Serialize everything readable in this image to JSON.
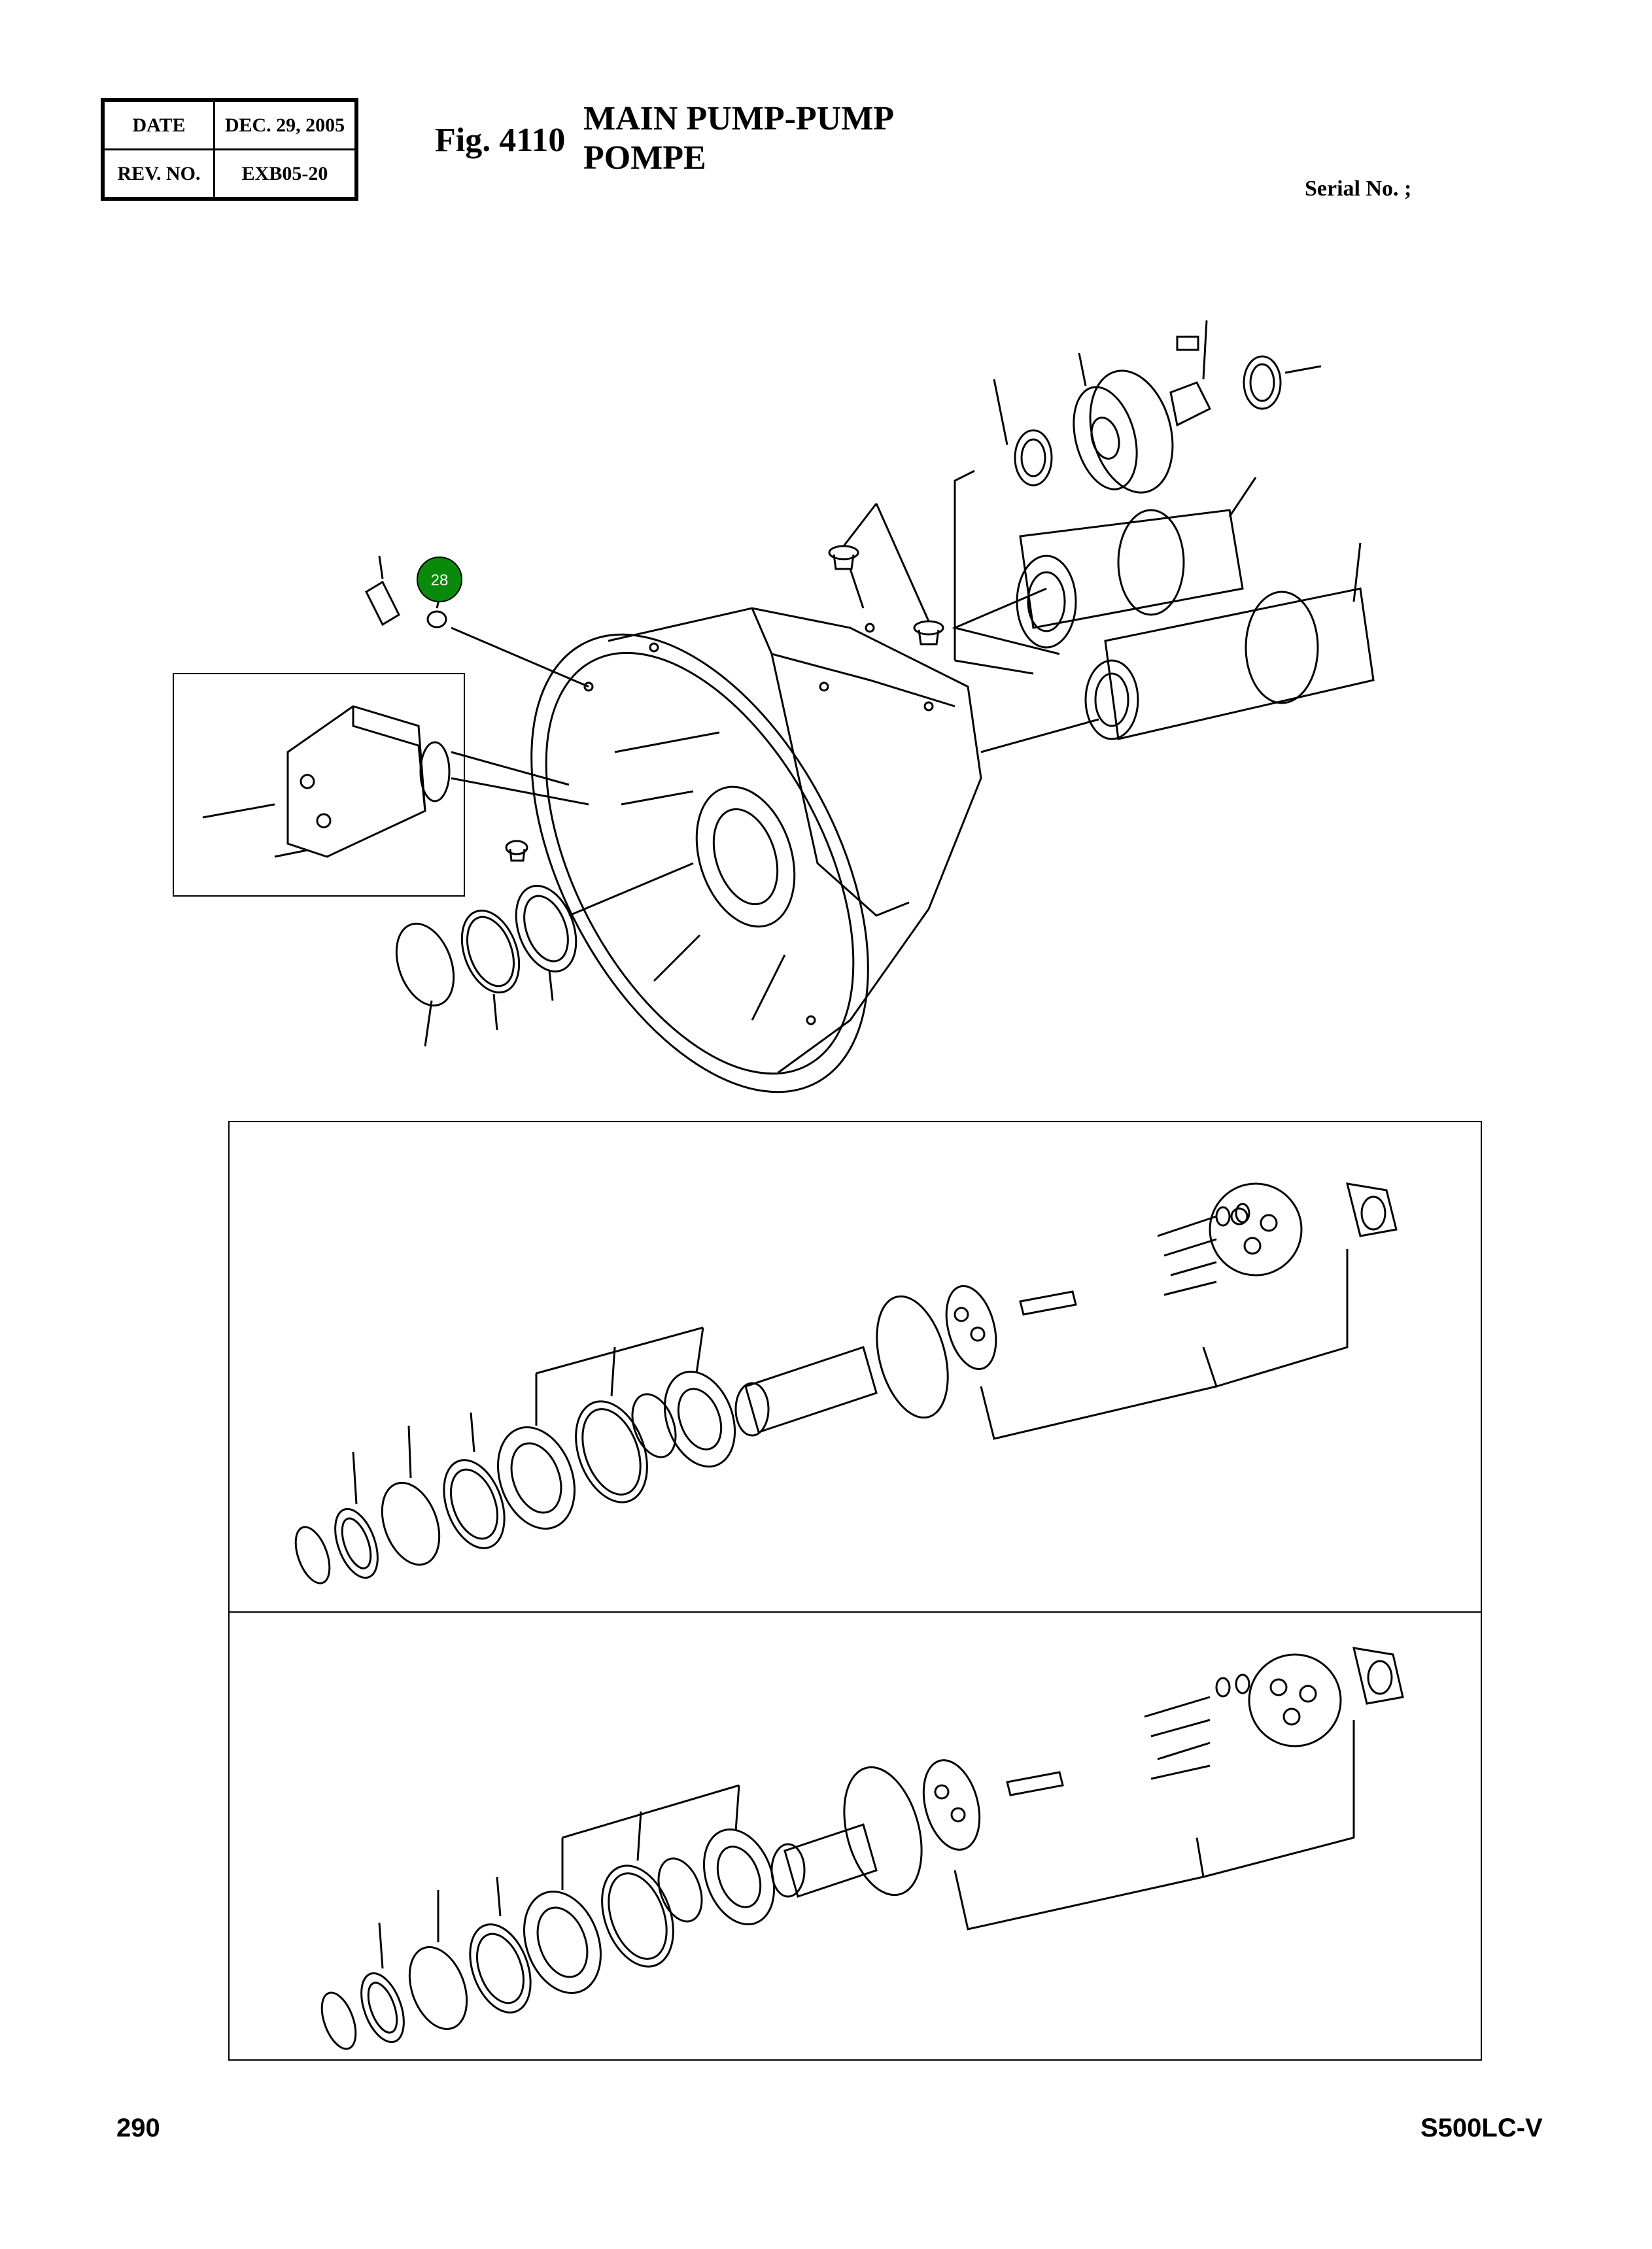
{
  "header": {
    "date_label": "DATE",
    "date_value": "DEC. 29, 2005",
    "rev_label": "REV. NO.",
    "rev_value": "EXB05-20"
  },
  "figure": {
    "number": "Fig. 4110",
    "title_line1": "MAIN PUMP-PUMP",
    "title_line2": "POMPE"
  },
  "serial_label": "Serial No. ;",
  "callout": {
    "label": "28",
    "color": "#0a8a0a"
  },
  "footer": {
    "page_number": "290",
    "model": "S500LC-V"
  }
}
